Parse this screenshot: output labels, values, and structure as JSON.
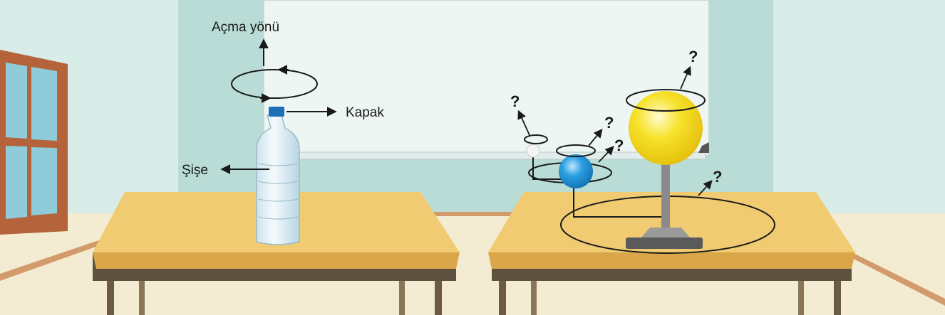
{
  "labels": {
    "opening_direction": "Açma yönü",
    "cap": "Kapak",
    "bottle": "Şişe",
    "question_mark": "?"
  },
  "colors": {
    "wall": "#d8ece8",
    "back_wall": "#b9ddd6",
    "whiteboard": "#eef6f4",
    "floor": "#f4ecd2",
    "table_top": "#f0cb72",
    "table_edge": "#d9a74a",
    "sun": "#f7e22a",
    "earth": "#2a9fe0",
    "moon": "#f4f4f4",
    "window_frame": "#b5633a",
    "window_glass": "#8fcbd9"
  }
}
